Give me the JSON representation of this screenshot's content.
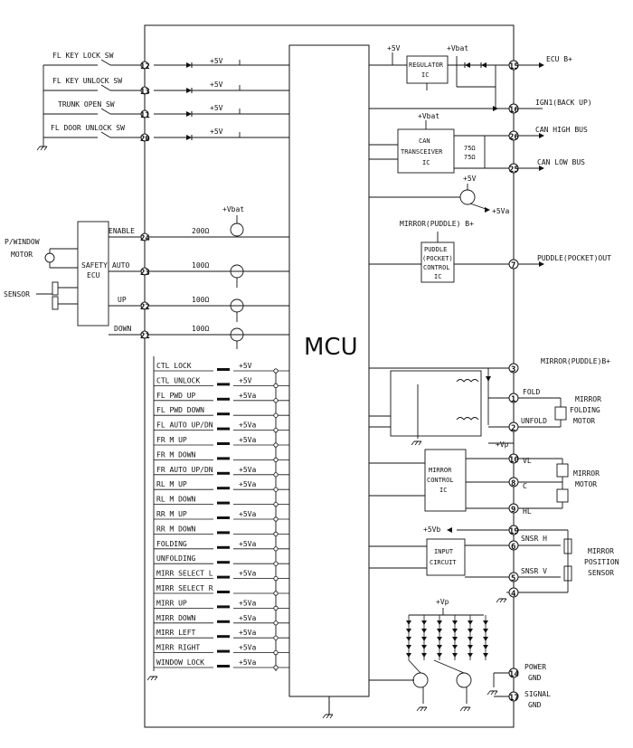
{
  "mcu_label": "MCU",
  "left_switches": [
    {
      "label": "FL KEY LOCK SW",
      "pin": "12"
    },
    {
      "label": "FL KEY UNLOCK SW",
      "pin": "13"
    },
    {
      "label": "TRUNK OPEN SW",
      "pin": "11"
    },
    {
      "label": "FL DOOR UNLOCK SW",
      "pin": "20"
    }
  ],
  "supply_5v": "+5V",
  "supply_5va": "+5Va",
  "supply_5vb": "+5Vb",
  "supply_vbat": "+Vbat",
  "supply_vp": "+Vp",
  "window": {
    "pw_label_1": "P/WINDOW",
    "pw_label_2": "MOTOR",
    "safety_1": "SAFETY",
    "safety_2": "ECU",
    "sensor": "SENSOR",
    "signals": [
      {
        "label": "ENABLE",
        "pin": "24",
        "res": "200Ω"
      },
      {
        "label": "AUTO",
        "pin": "23",
        "res": "100Ω"
      },
      {
        "label": "UP",
        "pin": "22",
        "res": "100Ω"
      },
      {
        "label": "DOWN",
        "pin": "21",
        "res": "100Ω"
      }
    ]
  },
  "key_inputs": [
    {
      "label": "CTL LOCK",
      "v": "+5V"
    },
    {
      "label": "CTL UNLOCK",
      "v": "+5V"
    },
    {
      "label": "FL PWD UP",
      "v": "+5Va"
    },
    {
      "label": "FL PWD DOWN",
      "v": ""
    },
    {
      "label": "FL AUTO UP/DN",
      "v": "+5Va"
    },
    {
      "label": "FR M UP",
      "v": "+5Va"
    },
    {
      "label": "FR M DOWN",
      "v": ""
    },
    {
      "label": "FR AUTO UP/DN",
      "v": "+5Va"
    },
    {
      "label": "RL M UP",
      "v": "+5Va"
    },
    {
      "label": "RL M DOWN",
      "v": ""
    },
    {
      "label": "RR M UP",
      "v": "+5Va"
    },
    {
      "label": "RR M DOWN",
      "v": ""
    },
    {
      "label": "FOLDING",
      "v": "+5Va"
    },
    {
      "label": "UNFOLDING",
      "v": ""
    },
    {
      "label": "MIRR SELECT L",
      "v": "+5Va"
    },
    {
      "label": "MIRR SELECT R",
      "v": ""
    },
    {
      "label": "MIRR UP",
      "v": "+5Va"
    },
    {
      "label": "MIRR DOWN",
      "v": "+5Va"
    },
    {
      "label": "MIRR LEFT",
      "v": "+5Va"
    },
    {
      "label": "MIRR RIGHT",
      "v": "+5Va"
    },
    {
      "label": "WINDOW LOCK",
      "v": "+5Va"
    }
  ],
  "right": {
    "regulator_1": "REGULATOR",
    "regulator_2": "IC",
    "ecu_b": "ECU  B+",
    "ign": "IGN1(BACK UP)",
    "can_high": "CAN HIGH BUS",
    "can_low": "CAN LOW BUS",
    "can_1": "CAN",
    "can_2": "TRANSCEIVER",
    "can_3": "IC",
    "r75a": "75Ω",
    "r75b": "75Ω",
    "mirror_puddle_b": "MIRROR(PUDDLE) B+",
    "puddle_1": "PUDDLE",
    "puddle_2": "(POCKET)",
    "puddle_3": "CONTROL",
    "puddle_4": "IC",
    "puddle_out": "PUDDLE(POCKET)OUT",
    "mirror_puddle_b2": "MIRROR(PUDDLE)B+",
    "fold": "FOLD",
    "unfold": "UNFOLD",
    "mfm_1": "MIRROR",
    "mfm_2": "FOLDING",
    "mfm_3": "MOTOR",
    "mci_1": "MIRROR",
    "mci_2": "CONTROL",
    "mci_3": "IC",
    "vl": "VL",
    "c": "C",
    "hl": "HL",
    "mm_1": "MIRROR",
    "mm_2": "MOTOR",
    "input_1": "INPUT",
    "input_2": "CIRCUIT",
    "snsr_h": "SNSR H",
    "snsr_v": "SNSR V",
    "mps_1": "MIRROR",
    "mps_2": "POSITION",
    "mps_3": "SENSOR",
    "pgnd_1": "POWER",
    "pgnd_2": "GND",
    "sgnd_1": "SIGNAL",
    "sgnd_2": "GND"
  },
  "pins": {
    "p15": "15",
    "p16": "16",
    "p26": "26",
    "p25": "25",
    "p7": "7",
    "p3": "3",
    "p1": "1",
    "p2": "2",
    "p10": "10",
    "p8": "8",
    "p9": "9",
    "p19": "19",
    "p6": "6",
    "p5": "5",
    "p4": "4",
    "p14": "14",
    "p17": "17"
  }
}
